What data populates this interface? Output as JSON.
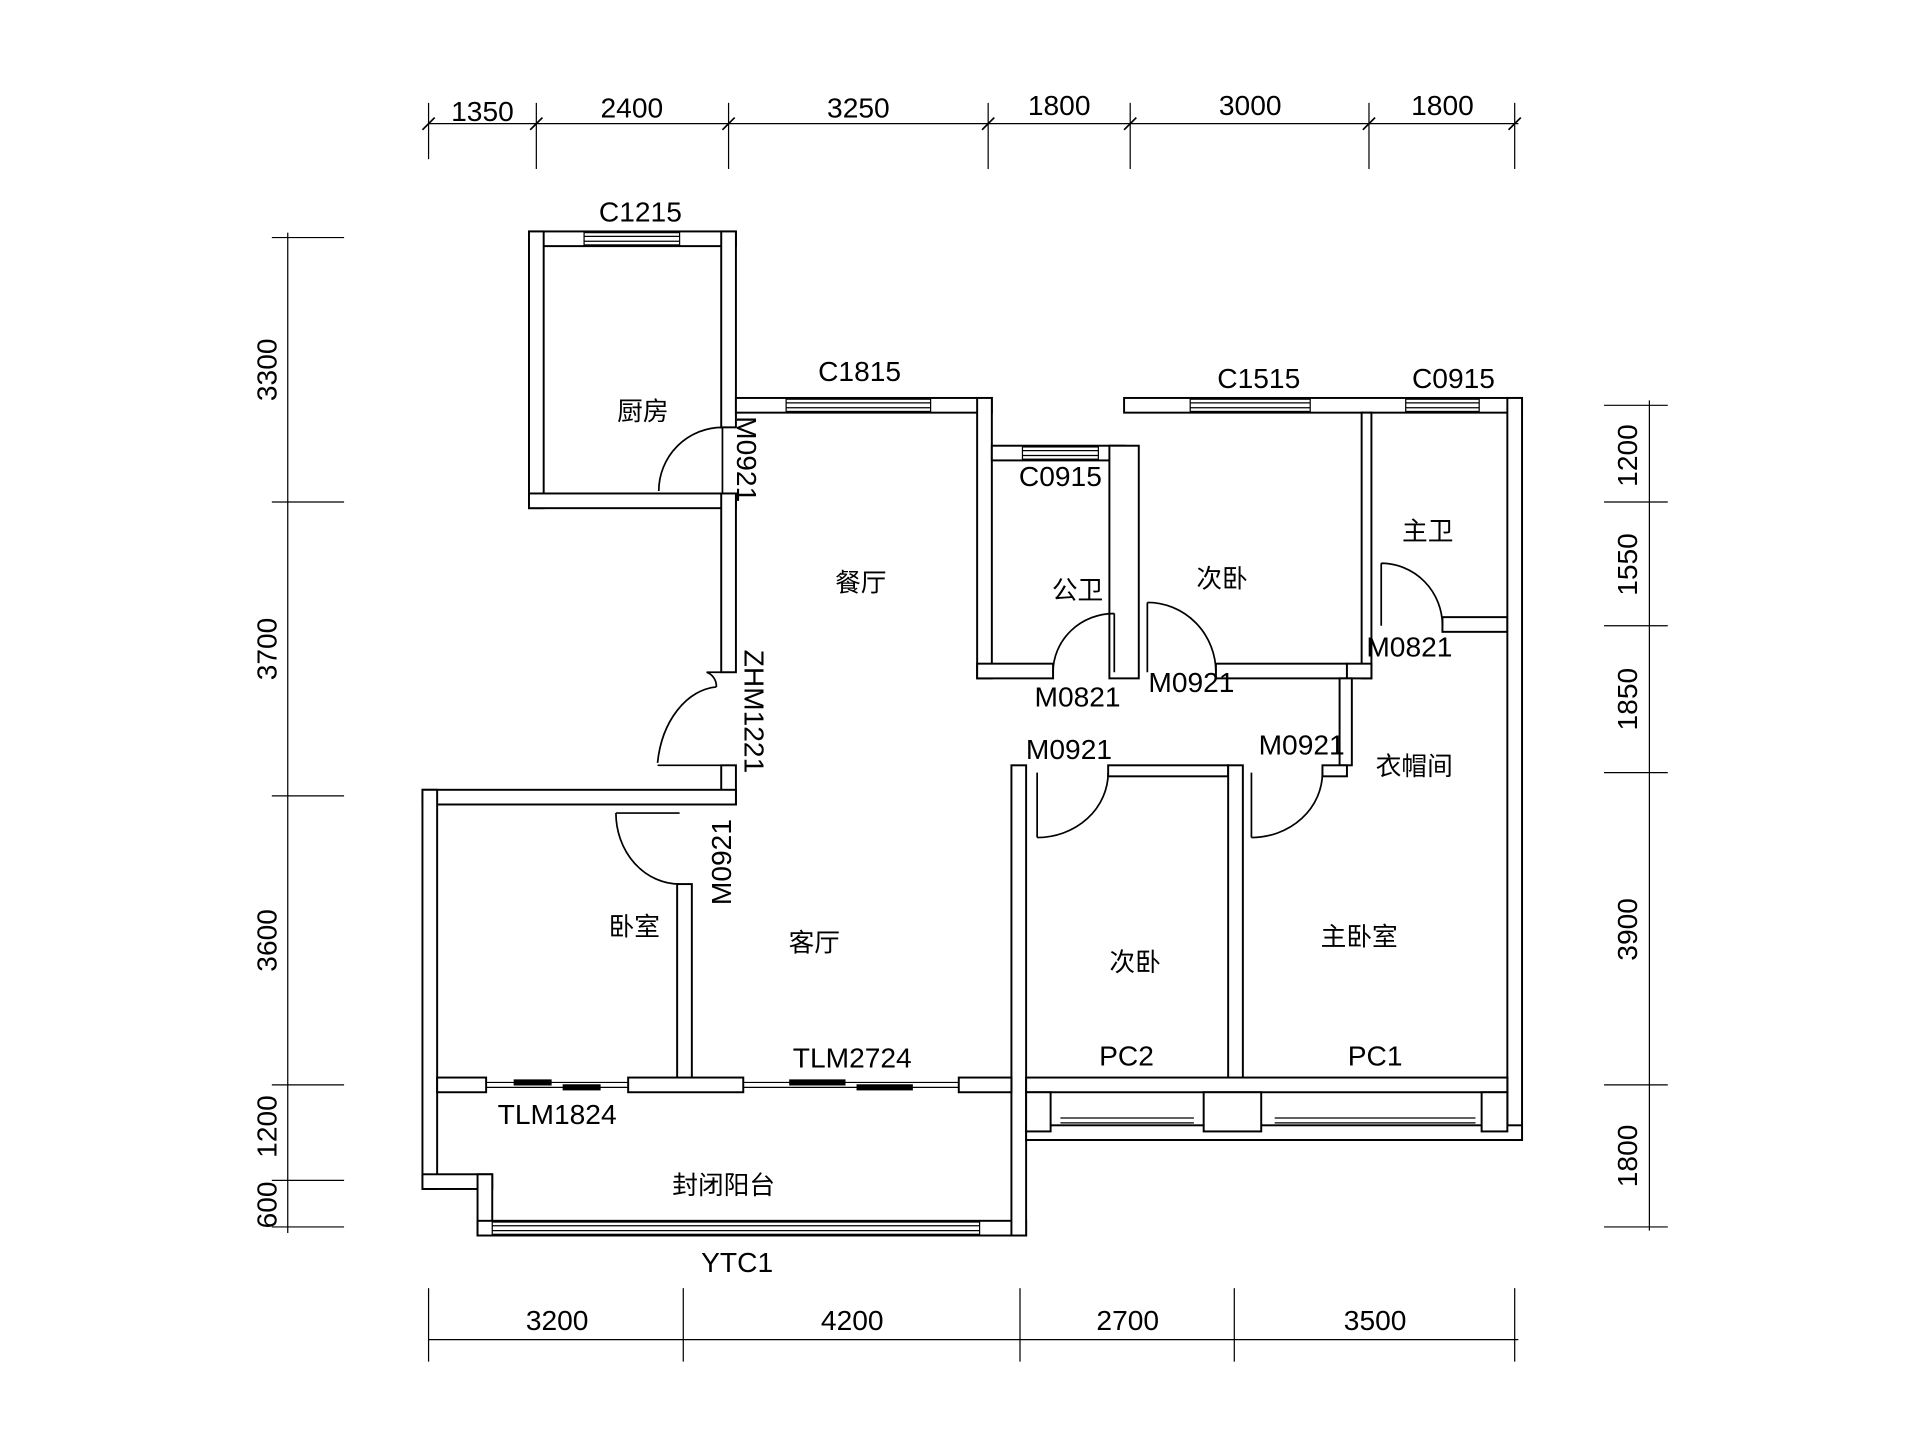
{
  "dimensions": {
    "top": [
      "1350",
      "2400",
      "3250",
      "1800",
      "3000",
      "1800"
    ],
    "bottom": [
      "3200",
      "4200",
      "2700",
      "3500"
    ],
    "left": [
      "3300",
      "3700",
      "3600",
      "1200",
      "600"
    ],
    "right": [
      "1200",
      "1550",
      "1850",
      "3900",
      "1800"
    ]
  },
  "rooms": {
    "kitchen": "厨房",
    "dining": "餐厅",
    "public_bath": "公卫",
    "second_bedroom_north": "次卧",
    "master_bath": "主卫",
    "closet": "衣帽间",
    "bedroom": "卧室",
    "living": "客厅",
    "second_bedroom_south": "次卧",
    "master_bedroom": "主卧室",
    "balcony": "封闭阳台"
  },
  "openings": {
    "kitchen_window": "C1215",
    "dining_window": "C1815",
    "bath_window": "C0915",
    "bedroom_window": "C1515",
    "master_bath_window": "C0915",
    "kitchen_door": "M0921",
    "entry_door": "ZHM1221",
    "bedroom_door": "M0921",
    "bath_door": "M0821",
    "second_bedroom_north_door": "M0921",
    "master_bath_door": "M0821",
    "second_bedroom_south_door": "M0921",
    "master_bedroom_door": "M0921",
    "living_slider": "TLM2724",
    "bedroom_slider": "TLM1824",
    "bay_window_2": "PC2",
    "bay_window_1": "PC1",
    "balcony_window": "YTC1"
  }
}
